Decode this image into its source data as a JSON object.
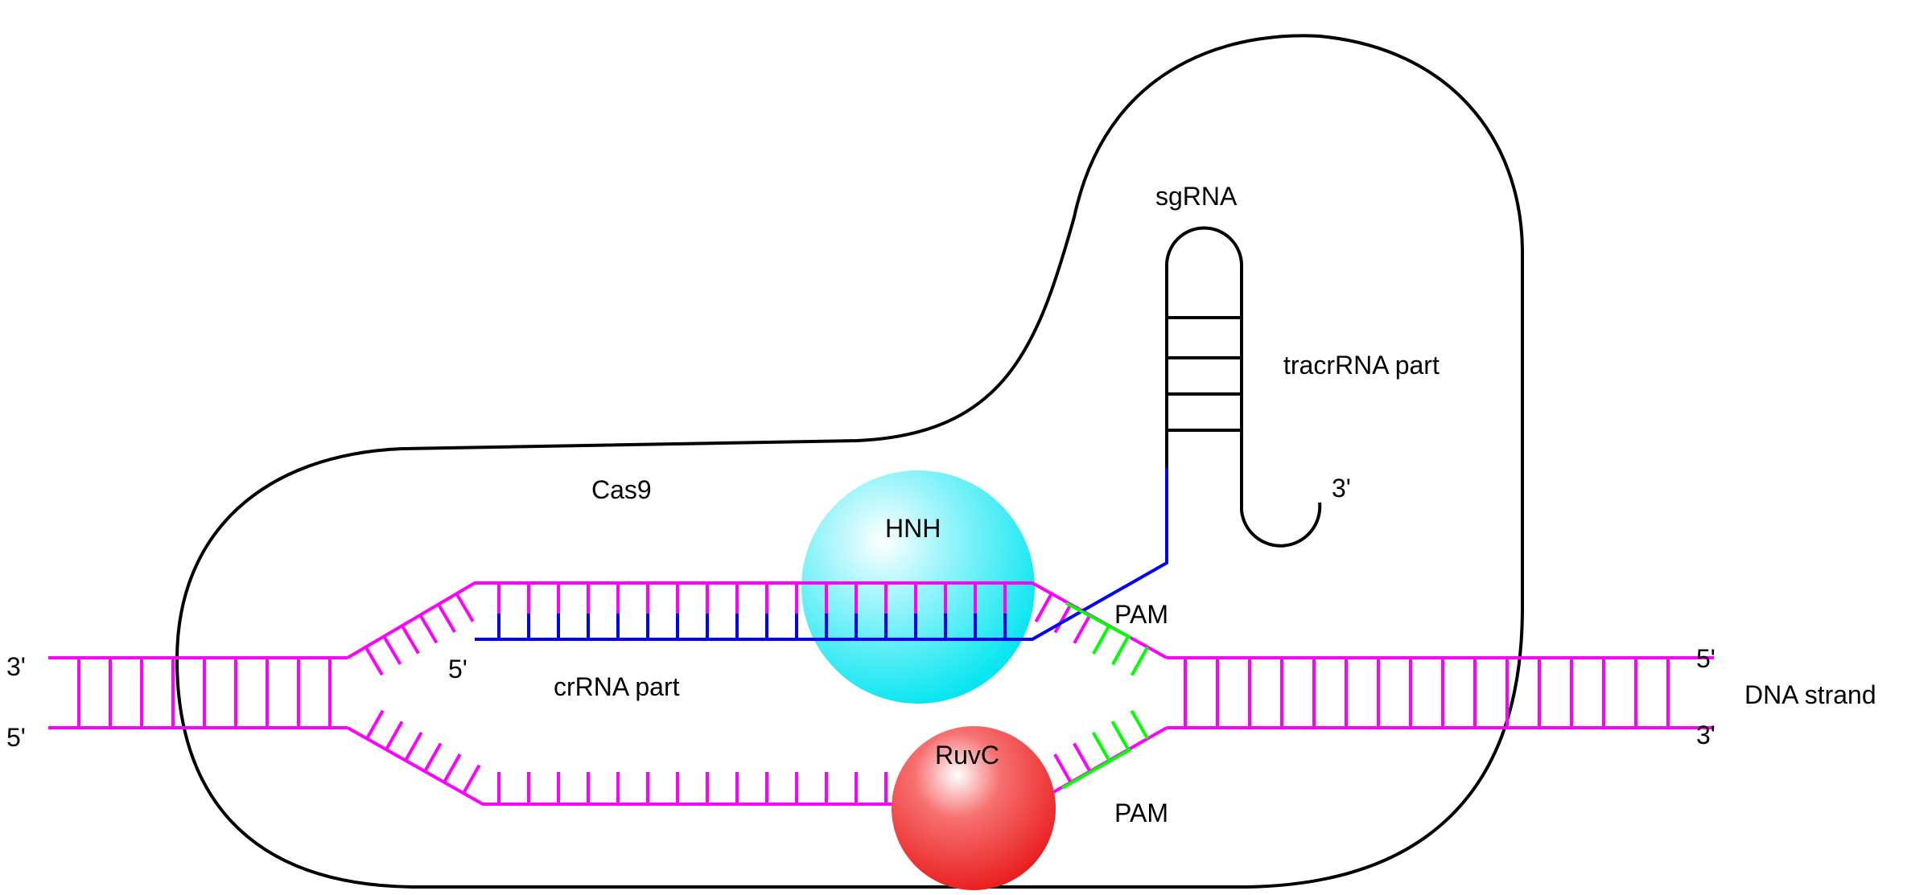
{
  "labels": {
    "cas9": "Cas9",
    "sgrna": "sgRNA",
    "tracrrna_part": "tracrRNA part",
    "crrna_part": "crRNA part",
    "hnh": "HNH",
    "ruvc": "RuvC",
    "pam_upper": "PAM",
    "pam_lower": "PAM",
    "dna_strand": "DNA strand",
    "left_top_end": "3'",
    "left_bottom_end": "5'",
    "right_top_end": "5'",
    "right_bottom_end": "3'",
    "crrna_5_end": "5'",
    "tracrrna_3_end": "3'"
  },
  "colors": {
    "dna": "#ff00ff",
    "guide_rna": "#0000ff",
    "pam": "#00ff00",
    "protein_outline": "#000000",
    "hnh_domain": "#00e5f0",
    "ruvc_domain": "#e81818",
    "text": "#000000"
  },
  "icons": {
    "hnh_domain": "cyan-sphere",
    "ruvc_domain": "red-sphere"
  }
}
